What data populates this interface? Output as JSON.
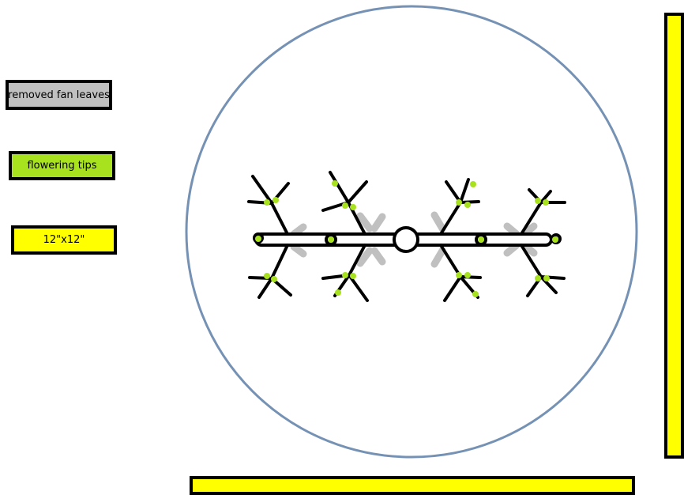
{
  "legend": {
    "removed_fan_leaves": {
      "label": "removed fan leaves",
      "color": "#c0c0c0"
    },
    "flowering_tips": {
      "label": "flowering tips",
      "color": "#a8e11e"
    },
    "size": {
      "label": "12\"x12\"",
      "color": "#ffff00"
    }
  },
  "colors": {
    "pot_outline": "#7592b5",
    "ruler_fill": "#ffff00",
    "stem": "#000000",
    "removed_leaf": "#c0c0c0",
    "flowering_tip": "#a8e11e"
  }
}
